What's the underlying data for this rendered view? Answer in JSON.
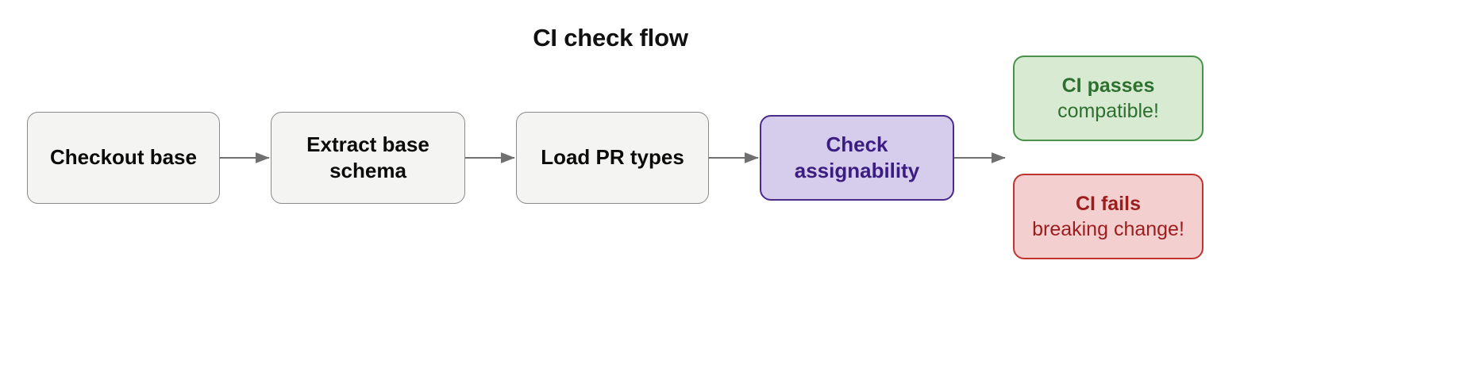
{
  "diagram": {
    "title": "CI check flow",
    "type": "flowchart",
    "direction": "left-to-right",
    "colors": {
      "process_fill": "#f4f4f2",
      "process_stroke": "#8a8a8a",
      "process_text": "#0b0b0b",
      "decision_fill": "#d6cdec",
      "decision_stroke": "#4a2b8c",
      "decision_text": "#3b1d82",
      "success_fill": "#d8ead1",
      "success_stroke": "#49924a",
      "success_text": "#2d7030",
      "failure_fill": "#f3cfcf",
      "failure_stroke": "#c0342f",
      "failure_text": "#9c1d1d",
      "edge_stroke": "#707070",
      "background": "#ffffff"
    },
    "nodes": [
      {
        "id": "checkout-base",
        "kind": "process",
        "lines": [
          "Checkout base"
        ]
      },
      {
        "id": "extract-base-schema",
        "kind": "process",
        "lines": [
          "Extract base",
          "schema"
        ]
      },
      {
        "id": "load-pr-types",
        "kind": "process",
        "lines": [
          "Load PR types"
        ]
      },
      {
        "id": "check-assignability",
        "kind": "decision",
        "lines": [
          "Check",
          "assignability"
        ]
      },
      {
        "id": "ci-passes",
        "kind": "success",
        "title": "CI passes",
        "subtitle": "compatible!"
      },
      {
        "id": "ci-fails",
        "kind": "failure",
        "title": "CI fails",
        "subtitle": "breaking change!"
      }
    ],
    "edges": [
      {
        "id": "edge-1",
        "from": "checkout-base",
        "to": "extract-base-schema",
        "label": ""
      },
      {
        "id": "edge-2",
        "from": "extract-base-schema",
        "to": "load-pr-types",
        "label": ""
      },
      {
        "id": "edge-3",
        "from": "load-pr-types",
        "to": "check-assignability",
        "label": ""
      },
      {
        "id": "edge-4",
        "from": "check-assignability",
        "to": "ci-passes",
        "label": ""
      }
    ]
  }
}
